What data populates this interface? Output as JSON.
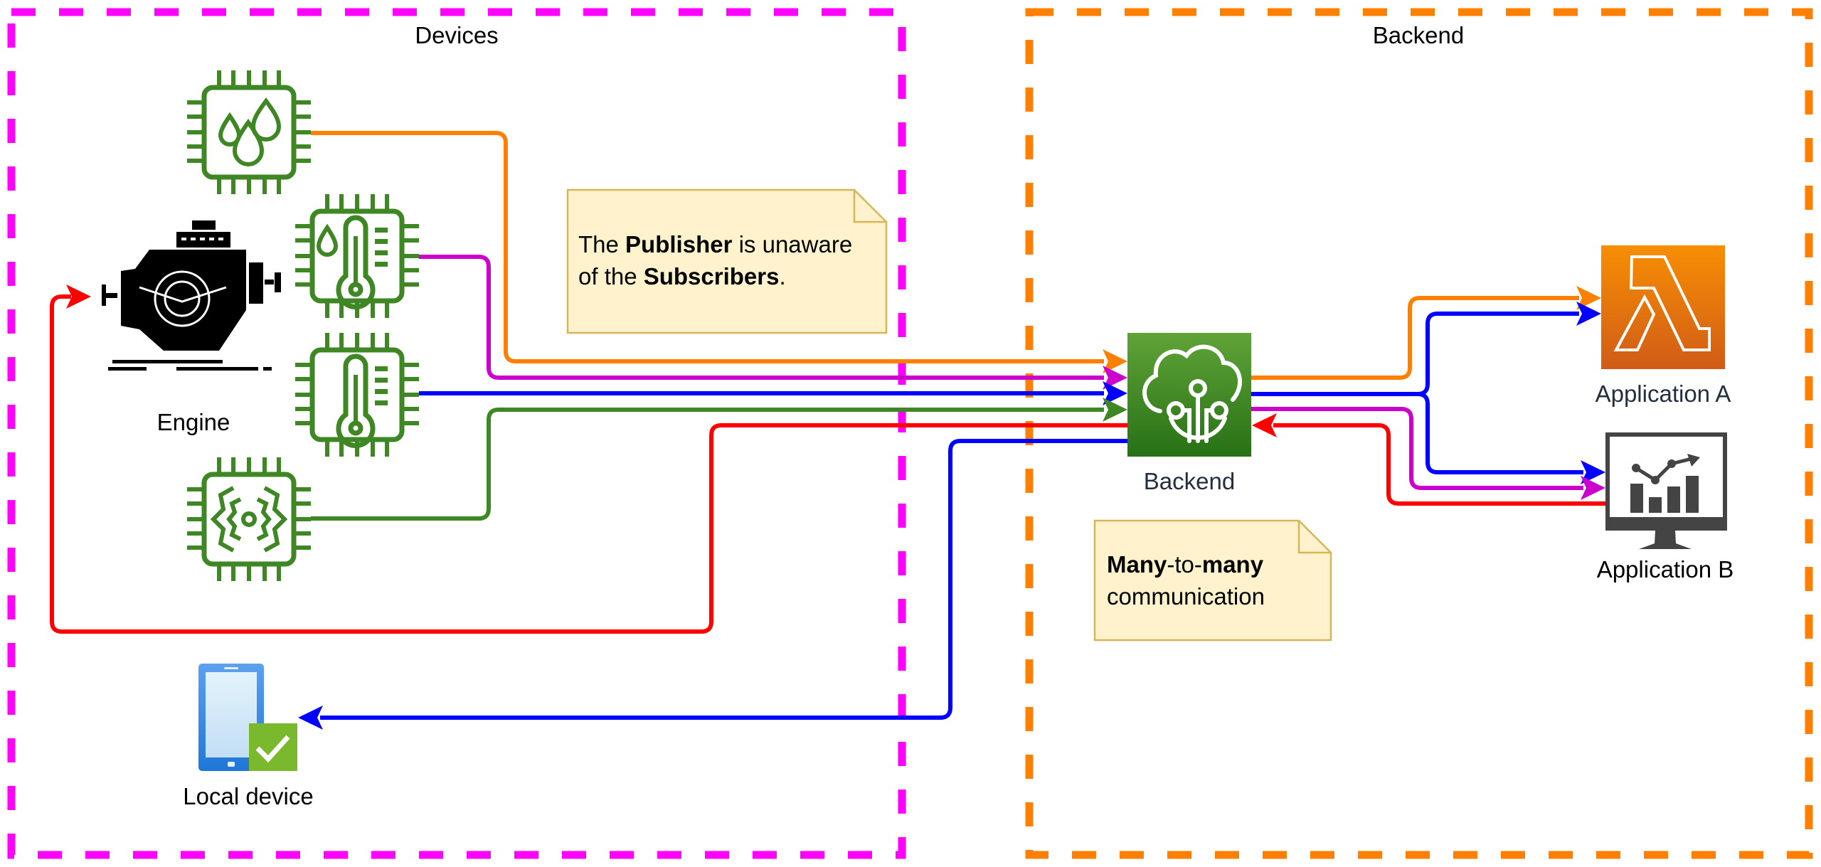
{
  "colors": {
    "devices_border": "#ff00ff",
    "backend_border": "#ff8000",
    "chip_green": "#3f8624",
    "wire_orange": "#ff8000",
    "wire_purple": "#cc00cc",
    "wire_blue": "#0000ff",
    "wire_green": "#3f8624",
    "wire_red": "#ff0000",
    "note_fill": "#fff2cc",
    "note_stroke": "#d6b656",
    "backend_icon": "#3f8624",
    "lambda_icon": "#ed7100",
    "monitor_icon": "#444444",
    "phone_blue": "#4a90e2",
    "check_green": "#7ab82e"
  },
  "groups": {
    "devices": {
      "label": "Devices"
    },
    "backend": {
      "label": "Backend"
    }
  },
  "nodes": {
    "engine": {
      "label": "Engine",
      "icon": "engine-icon"
    },
    "sensor_humidity": {
      "icon": "chip-water-drops-icon"
    },
    "sensor_humidity_temp": {
      "icon": "chip-humidity-thermometer-icon"
    },
    "sensor_temp": {
      "icon": "chip-thermometer-icon"
    },
    "sensor_vibration": {
      "icon": "chip-vibration-icon"
    },
    "local_device": {
      "label": "Local device",
      "icon": "mobile-check-icon"
    },
    "backend": {
      "label": "Backend",
      "icon": "iot-cloud-icon"
    },
    "app_a": {
      "label": "Application A",
      "icon": "lambda-icon"
    },
    "app_b": {
      "label": "Application B",
      "icon": "monitor-chart-icon"
    }
  },
  "notes": {
    "publisher": {
      "line1": [
        {
          "text": "The ",
          "bold": false
        },
        {
          "text": "Publisher",
          "bold": true
        },
        {
          "text": " is unaware",
          "bold": false
        }
      ],
      "line2": [
        {
          "text": "of the ",
          "bold": false
        },
        {
          "text": "Subscribers",
          "bold": true
        },
        {
          "text": ".",
          "bold": false
        }
      ]
    },
    "many": {
      "line1": [
        {
          "text": "Many",
          "bold": true
        },
        {
          "text": "-to-",
          "bold": false
        },
        {
          "text": "many",
          "bold": true
        }
      ],
      "line2": [
        {
          "text": "communication",
          "bold": false
        }
      ]
    }
  },
  "connections": [
    {
      "from": "sensor_humidity",
      "to": "backend",
      "color": "orange"
    },
    {
      "from": "sensor_humidity_temp",
      "to": "backend",
      "color": "purple"
    },
    {
      "from": "sensor_temp",
      "to": "backend",
      "color": "blue"
    },
    {
      "from": "sensor_vibration",
      "to": "backend",
      "color": "green"
    },
    {
      "from": "backend",
      "to": "engine",
      "color": "red"
    },
    {
      "from": "backend",
      "to": "local_device",
      "color": "blue"
    },
    {
      "from": "backend",
      "to": "app_a",
      "color": "orange"
    },
    {
      "from": "backend",
      "to": "app_a",
      "color": "blue"
    },
    {
      "from": "backend",
      "to": "app_b",
      "color": "blue"
    },
    {
      "from": "backend",
      "to": "app_b",
      "color": "purple"
    },
    {
      "from": "app_b",
      "to": "backend",
      "color": "red"
    }
  ]
}
